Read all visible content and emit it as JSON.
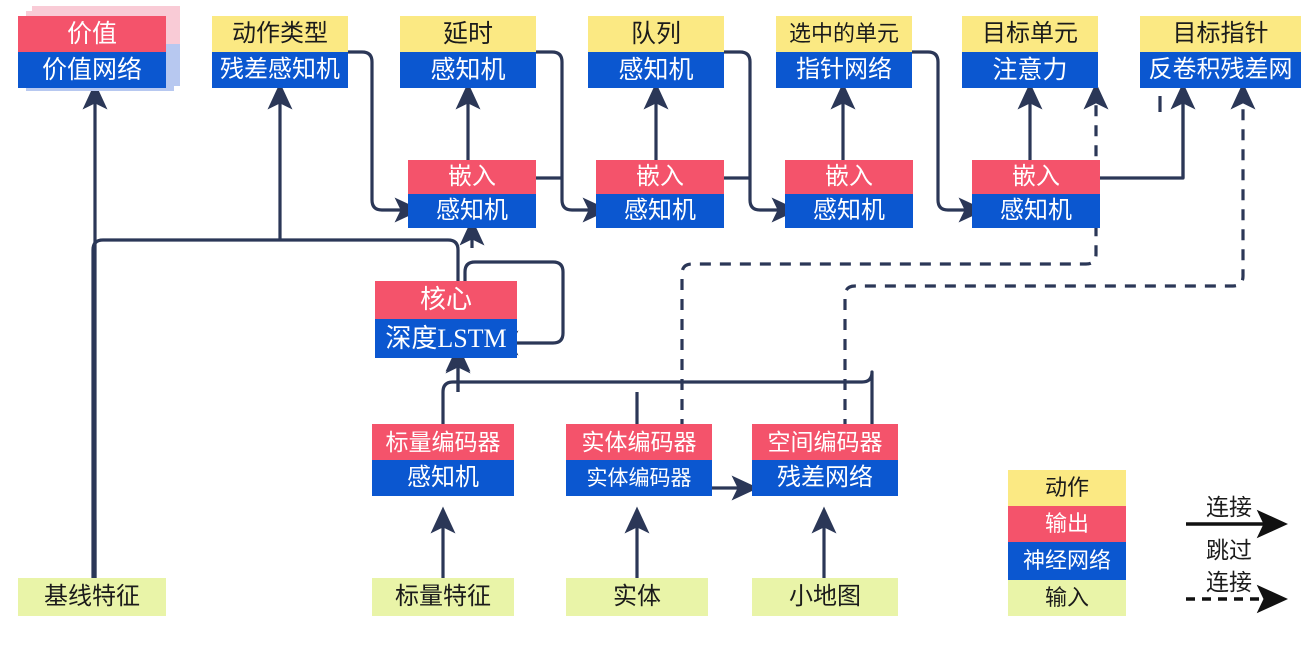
{
  "diagram": {
    "title": "",
    "colors": {
      "action": "#FBE983",
      "output": "#F4536B",
      "network": "#0B57D0",
      "input": "#E9F4A8",
      "wire": "#2B3757",
      "shadow_output": "#F9CBD6",
      "shadow_network": "#B7C8F0"
    },
    "heads": [
      {
        "action": "价值",
        "network": "价值网络",
        "head_kind": "output"
      },
      {
        "action": "动作类型",
        "network": "残差感知机",
        "head_kind": "action"
      },
      {
        "action": "延时",
        "network": "感知机",
        "head_kind": "action"
      },
      {
        "action": "队列",
        "network": "感知机",
        "head_kind": "action"
      },
      {
        "action": "选中的单元",
        "network": "指针网络",
        "head_kind": "action"
      },
      {
        "action": "目标单元",
        "network": "注意力",
        "head_kind": "action"
      },
      {
        "action": "目标指针",
        "network": "反卷积残差网",
        "head_kind": "action"
      }
    ],
    "embeds": [
      {
        "output": "嵌入",
        "network": "感知机"
      },
      {
        "output": "嵌入",
        "network": "感知机"
      },
      {
        "output": "嵌入",
        "network": "感知机"
      },
      {
        "output": "嵌入",
        "network": "感知机"
      }
    ],
    "core": {
      "output": "核心",
      "network": "深度LSTM"
    },
    "encoders": [
      {
        "output": "标量编码器",
        "network": "感知机"
      },
      {
        "output": "实体编码器",
        "network": "实体编码器"
      },
      {
        "output": "空间编码器",
        "network": "残差网络"
      }
    ],
    "inputs": [
      {
        "label": "基线特征"
      },
      {
        "label": "标量特征"
      },
      {
        "label": "实体"
      },
      {
        "label": "小地图"
      }
    ],
    "legend": {
      "swatches": [
        {
          "label": "动作",
          "kind": "action"
        },
        {
          "label": "输出",
          "kind": "output"
        },
        {
          "label": "神经网络",
          "kind": "network"
        },
        {
          "label": "输入",
          "kind": "input"
        }
      ],
      "connection_label": "连接",
      "skip_label_line1": "跳过",
      "skip_label_line2": "连接"
    }
  }
}
